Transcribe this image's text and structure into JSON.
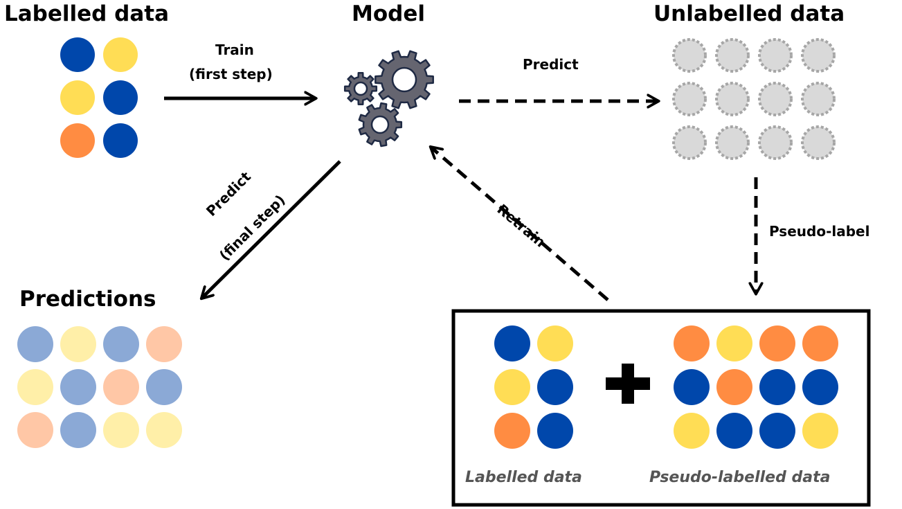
{
  "colors": {
    "blue": "#0047AB",
    "yellow": "#FFDD55",
    "orange": "#FF8C42",
    "gray": "#D9D9D9",
    "gray_dash": "#A6A6A6",
    "light_blue": "#8BA9D6",
    "light_yellow": "#FFEFA8",
    "light_orange": "#FFC7A6",
    "gear_fill": "#656570",
    "gear_stroke": "#1F2A44"
  },
  "titles": {
    "labelled": "Labelled data",
    "model": "Model",
    "unlabelled": "Unlabelled data",
    "predictions": "Predictions"
  },
  "arrows": {
    "train_line1": "Train",
    "train_line2": "(first step)",
    "predict": "Predict",
    "pseudo_label": "Pseudo-label",
    "retrain": "Retrain",
    "final_line1": "Predict",
    "final_line2": "(final step)"
  },
  "box": {
    "labelled_caption": "Labelled data",
    "pseudo_caption": "Pseudo-labelled data",
    "plus_symbol": "+"
  },
  "grids": {
    "labelled": [
      [
        "blue",
        "yellow"
      ],
      [
        "yellow",
        "blue"
      ],
      [
        "orange",
        "blue"
      ]
    ],
    "unlabelled": [
      [
        "gray",
        "gray",
        "gray",
        "gray"
      ],
      [
        "gray",
        "gray",
        "gray",
        "gray"
      ],
      [
        "gray",
        "gray",
        "gray",
        "gray"
      ]
    ],
    "predictions": [
      [
        "light_blue",
        "light_yellow",
        "light_blue",
        "light_orange"
      ],
      [
        "light_yellow",
        "light_blue",
        "light_orange",
        "light_blue"
      ],
      [
        "light_orange",
        "light_blue",
        "light_yellow",
        "light_yellow"
      ]
    ],
    "box_labelled": [
      [
        "blue",
        "yellow"
      ],
      [
        "yellow",
        "blue"
      ],
      [
        "orange",
        "blue"
      ]
    ],
    "box_pseudo": [
      [
        "orange",
        "yellow",
        "orange",
        "orange"
      ],
      [
        "blue",
        "orange",
        "blue",
        "blue"
      ],
      [
        "yellow",
        "blue",
        "blue",
        "yellow"
      ]
    ]
  }
}
